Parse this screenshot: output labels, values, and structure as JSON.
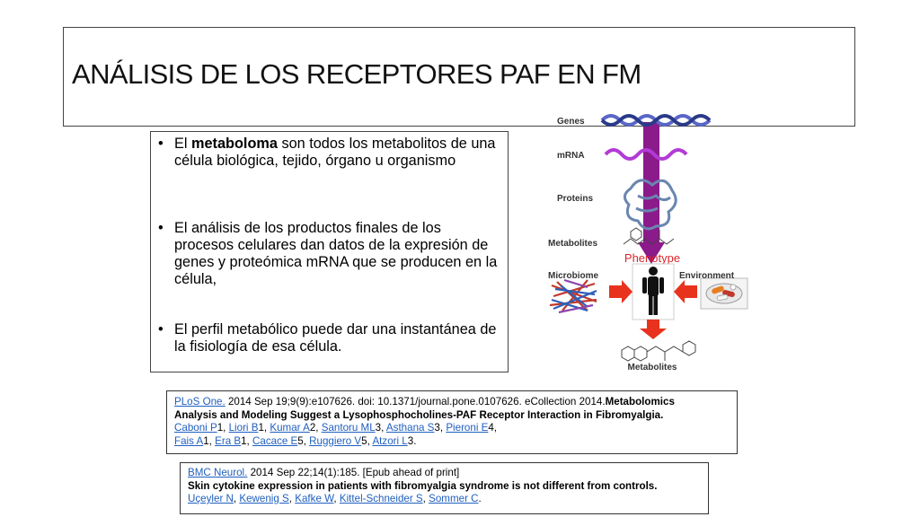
{
  "title": "ANÁLISIS DE LOS RECEPTORES PAF EN FM",
  "bullets": {
    "b1_pre": "El ",
    "b1_bold": "metaboloma",
    "b1_post": " son todos los metabolitos de una célula biológica, tejido, órgano u organismo",
    "b2": "El análisis de los productos finales de los procesos celulares dan datos de la expresión de genes y proteómica mRNA que se producen en la célula,",
    "b3": "El perfil metabólico puede dar una instantánea de la fisiología de esa célula."
  },
  "diagram": {
    "genes": "Genes",
    "mrna": "mRNA",
    "proteins": "Proteins",
    "metabolites_top": "Metabolites",
    "phenotype": "Phenotype",
    "microbiome": "Microbiome",
    "environment": "Environment",
    "metabolites_bottom": "Metabolites",
    "colors": {
      "arrow": "#8b1a8b",
      "red": "#e8321e",
      "phenotype": "#d9262a",
      "dna": "#5a67c8",
      "mrna": "#b23bd6"
    }
  },
  "ref1": {
    "journal": "PLoS One.",
    "citation": " 2014 Sep 19;9(9):e107626. doi: 10.1371/journal.pone.0107626. eCollection 2014.",
    "title_a": "Metabolomics",
    "title_b": "Analysis and Modeling Suggest a Lysophosphocholines-PAF Receptor Interaction in Fibromyalgia.",
    "authors1": [
      {
        "name": "Caboni P",
        "aff": "1"
      },
      {
        "name": "Liori B",
        "aff": "1"
      },
      {
        "name": "Kumar A",
        "aff": "2"
      },
      {
        "name": "Santoru ML",
        "aff": "3"
      },
      {
        "name": "Asthana S",
        "aff": "3"
      },
      {
        "name": "Pieroni E",
        "aff": "4"
      }
    ],
    "authors2": [
      {
        "name": "Fais A",
        "aff": "1"
      },
      {
        "name": "Era B",
        "aff": "1"
      },
      {
        "name": "Cacace E",
        "aff": "5"
      },
      {
        "name": "Ruggiero V",
        "aff": "5"
      },
      {
        "name": "Atzori L",
        "aff": "3"
      }
    ]
  },
  "ref2": {
    "journal": "BMC Neurol.",
    "citation": " 2014 Sep 22;14(1):185. [Epub ahead of print]",
    "title": "Skin cytokine expression in patients with fibromyalgia syndrome is not different from controls.",
    "authors": [
      "Uçeyler N",
      "Kewenig S",
      "Kafke W",
      "Kittel-Schneider S",
      "Sommer C"
    ]
  }
}
